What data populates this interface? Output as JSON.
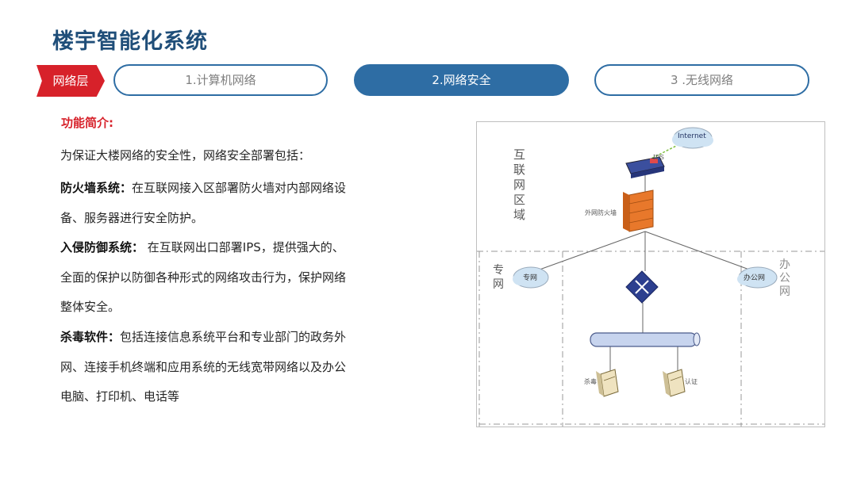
{
  "header": {
    "title": "楼宇智能化系统"
  },
  "nav": {
    "layer_tag": "网络层",
    "tabs": [
      {
        "label": "1.计算机网络",
        "active": false
      },
      {
        "label": "2.网络安全",
        "active": true
      },
      {
        "label": "3 .无线网络",
        "active": false
      }
    ]
  },
  "content": {
    "intro_heading": "功能简介:",
    "lines": [
      {
        "text": " 为保证大楼网络的安全性，网络安全部署包括："
      },
      {
        "bold": "防火墙系统：",
        "text": "在互联网接入区部署防火墙对内部网络设"
      },
      {
        "text": "备、服务器进行安全防护。"
      },
      {
        "bold": "入侵防御系统：",
        "text": " 在互联网出口部署IPS，提供强大的、"
      },
      {
        "text": "全面的保护以防御各种形式的网络攻击行为，保护网络"
      },
      {
        "text": "整体安全。"
      },
      {
        "bold": "杀毒软件：",
        "text": "包括连接信息系统平台和专业部门的政务外"
      },
      {
        "text": "网、连接手机终端和应用系统的无线宽带网络以及办公"
      },
      {
        "text": "电脑、打印机、电话等"
      }
    ]
  },
  "diagram": {
    "internet_label": "Internet",
    "ips_label": "IPS",
    "zone_internet": "互联网区域",
    "firewall_label": "外网防火墙",
    "zone_private": "专网",
    "private_cloud_label": "专网",
    "zone_office": "办公网",
    "office_cloud_label": "办公网",
    "server_av_label": "杀毒",
    "server_auth_label": "认证",
    "colors": {
      "cloud": "#cfe3f3",
      "firewall": "#e8782b",
      "switch": "#2c3f8f",
      "router": "#3b4f9e"
    }
  }
}
